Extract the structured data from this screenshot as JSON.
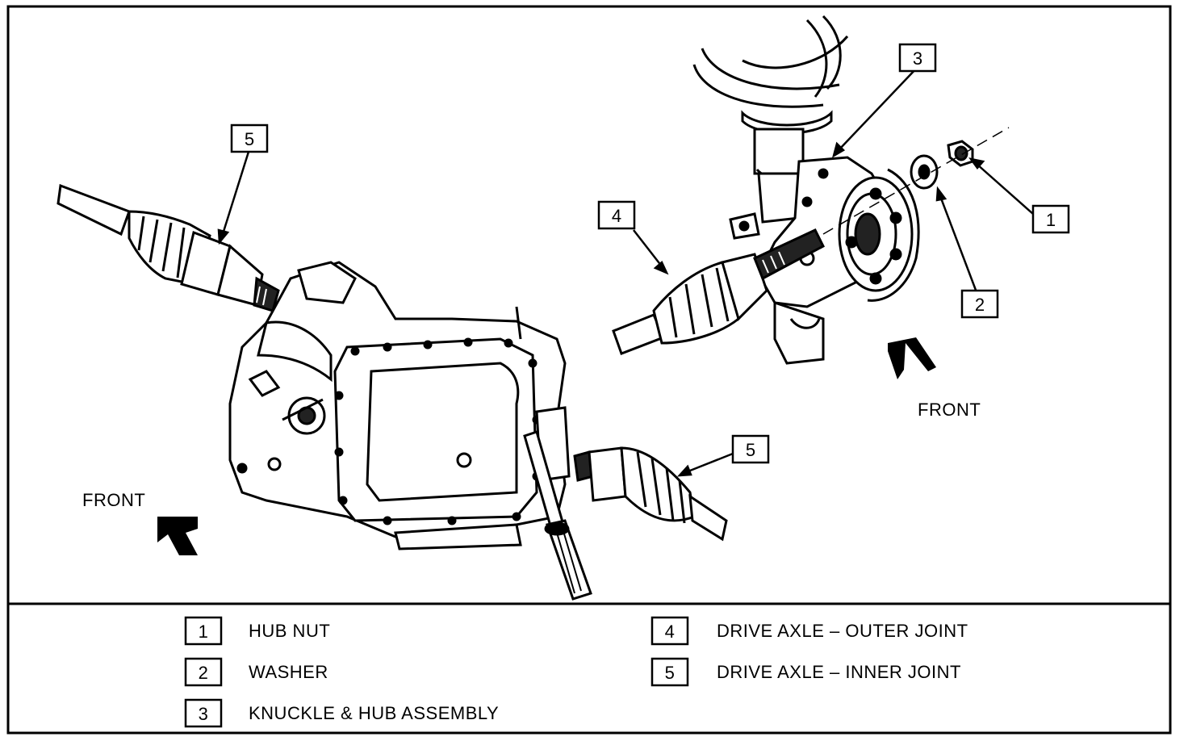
{
  "callouts": {
    "c1": "1",
    "c2": "2",
    "c3": "3",
    "c4": "4",
    "c5_left": "5",
    "c5_right": "5"
  },
  "front_labels": {
    "left": "FRONT",
    "right": "FRONT"
  },
  "legend": {
    "items": [
      {
        "num": "1",
        "label": "HUB NUT"
      },
      {
        "num": "2",
        "label": "WASHER"
      },
      {
        "num": "3",
        "label": "KNUCKLE & HUB ASSEMBLY"
      },
      {
        "num": "4",
        "label": "DRIVE AXLE – OUTER JOINT"
      },
      {
        "num": "5",
        "label": "DRIVE AXLE – INNER JOINT"
      }
    ]
  }
}
